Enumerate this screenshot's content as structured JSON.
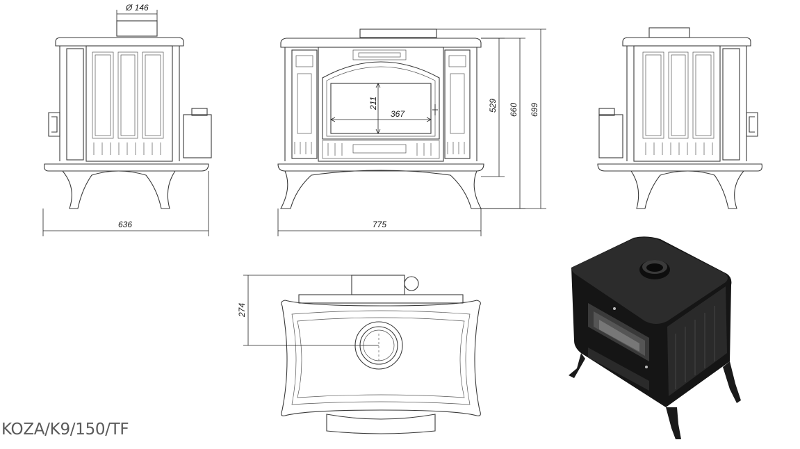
{
  "model_code": "KOZA/K9/150/TF",
  "dimensions": {
    "flue_diameter": "Ø 146",
    "side_depth": "636",
    "front_width": "775",
    "glass_height": "211",
    "glass_width": "367",
    "door_height": "529",
    "top_height": "660",
    "flue_height": "699",
    "flue_offset": "274"
  },
  "colors": {
    "line": "#3a3a3a",
    "stove_body": "#1e1e1e",
    "label": "#5a5a5a"
  }
}
